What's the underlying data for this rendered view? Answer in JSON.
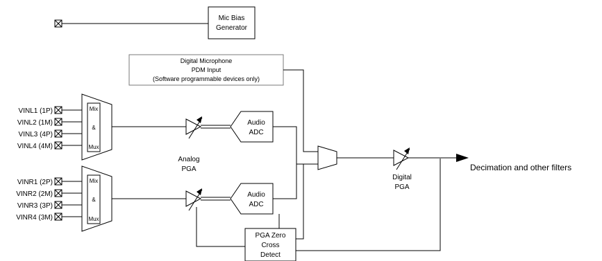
{
  "blocks": {
    "mic_bias": [
      "Mic Bias",
      "Generator"
    ],
    "dmic": [
      "Digital Microphone",
      "PDM Input",
      "(Software programmable devices only)"
    ],
    "mux_left": [
      "Mix",
      "&",
      "Mux"
    ],
    "mux_right": [
      "Mix",
      "&",
      "Mux"
    ],
    "adc_left": [
      "Audio",
      "ADC"
    ],
    "adc_right": [
      "Audio",
      "ADC"
    ],
    "zero_cross": [
      "PGA Zero",
      "Cross",
      "Detect"
    ]
  },
  "labels": {
    "analog_pga": [
      "Analog",
      "PGA"
    ],
    "digital_pga": [
      "Digital",
      "PGA"
    ],
    "output": "Decimation and other filters"
  },
  "inputs_left": [
    "VINL1 (1P)",
    "VINL2 (1M)",
    "VINL3 (4P)",
    "VINL4 (4M)"
  ],
  "inputs_right": [
    "VINR1 (2P)",
    "VINR2 (2M)",
    "VINR3 (3P)",
    "VINR4 (3M)"
  ]
}
